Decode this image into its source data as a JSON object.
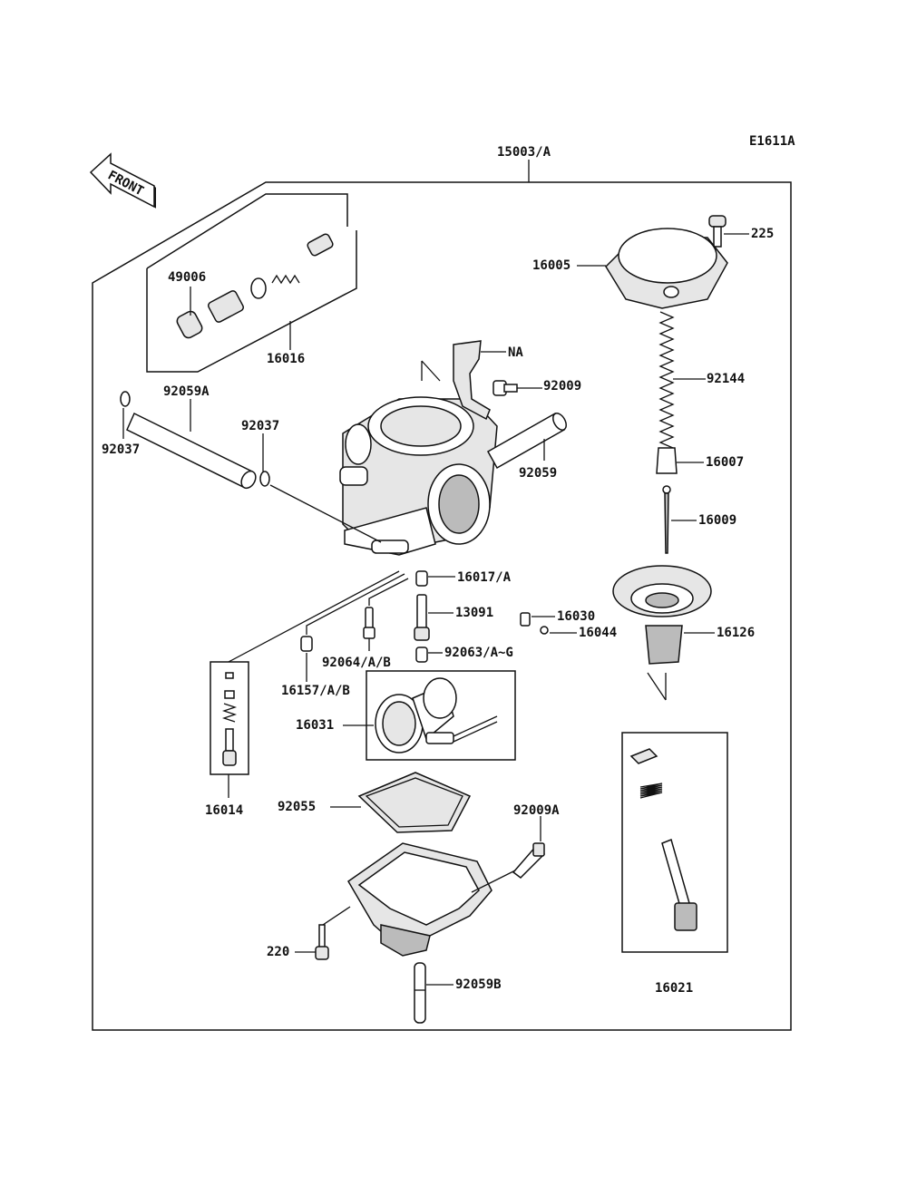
{
  "diagram_code": "E1611A",
  "front_arrow_label": "FRONT",
  "labels": {
    "assembly": "15003/A",
    "l225": "225",
    "l16005": "16005",
    "l92144": "92144",
    "l16007": "16007",
    "l16009": "16009",
    "l16126": "16126",
    "l49006": "49006",
    "l16016": "16016",
    "lNA": "NA",
    "l92009": "92009",
    "l92059A": "92059A",
    "l92037a": "92037",
    "l92037b": "92037",
    "l92059": "92059",
    "l16017": "16017/A",
    "l13091": "13091",
    "l16030": "16030",
    "l16044": "16044",
    "l92064": "92064/A/B",
    "l92063": "92063/A~G",
    "l16157": "16157/A/B",
    "l16031": "16031",
    "l16014": "16014",
    "l92055": "92055",
    "l92009A": "92009A",
    "l220": "220",
    "l92059B": "92059B",
    "l16021": "16021"
  },
  "colors": {
    "ink": "#111111",
    "paper": "#ffffff",
    "shade": "#bbbbbb"
  }
}
